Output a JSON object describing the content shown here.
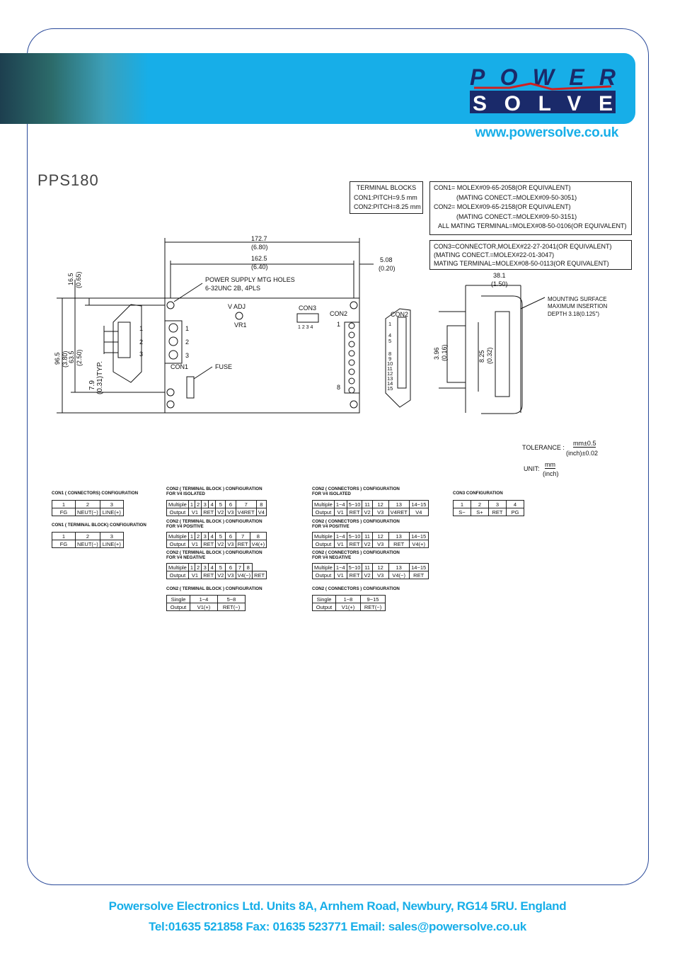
{
  "header": {
    "logo_top": "POWER",
    "logo_bottom": "SOLVE",
    "url": "www.powersolve.co.uk"
  },
  "model": "PPS180",
  "terminal_blocks": [
    "TERMINAL BLOCKS",
    "CON1:PITCH=9.5 mm",
    "CON2:PITCH=8.25 mm"
  ],
  "con_notes": [
    "CON1= MOLEX#09-65-2058(OR EQUIVALENT)",
    "(MATING CONECT.=MOLEX#09-50-3051)",
    "CON2= MOLEX#09-65-2158(OR EQUIVALENT)",
    "(MATING CONECT.=MOLEX#09-50-3151)",
    "ALL MATING TERMINAL=MOLEX#08-50-0106(OR EQUIVALENT)"
  ],
  "con3_notes": [
    "CON3=CONNECTOR,MOLEX#22-27-2041(OR EQUIVALENT)",
    "(MATING CONECT.=MOLEX#22-01-3047)",
    "MATING TERMINAL=MOLEX#08-50-0113(OR EQUIVALENT)"
  ],
  "drawing": {
    "dim_172": "172.7",
    "dim_172_in": "(6.80)",
    "dim_162": "162.5",
    "dim_162_in": "(6.40)",
    "dim_508": "5.08",
    "dim_508_in": "(0.20)",
    "dim_165": "16.5",
    "dim_165_in": "(0.65)",
    "dim_965": "96.5",
    "dim_965_in": "(3.80)",
    "dim_635": "63.5",
    "dim_635_in": "(2.50)",
    "dim_79": "7.9",
    "dim_79_in": "(0.31)TYP.",
    "mtg_holes_1": "POWER SUPPLY MTG HOLES",
    "mtg_holes_2": "6-32UNC 2B, 4PLS",
    "vadj": "V ADJ",
    "vr1": "VR1",
    "con3": "CON3",
    "con3_pins": "1 2 3 4",
    "con2": "CON2",
    "con1": "CON1",
    "fuse": "FUSE",
    "pin1": "1",
    "pin2": "2",
    "pin3": "3",
    "pin8": "8",
    "con2_side": "CON2",
    "side_pins": [
      "1",
      "4",
      "5",
      "8",
      "9",
      "10",
      "11",
      "12",
      "13",
      "14",
      "15"
    ],
    "dim_396": "3.96",
    "dim_396_in": "(0.16)",
    "dim_825": "8.25",
    "dim_825_in": "(0.32)",
    "dim_381": "38.1",
    "dim_381_in": "(1.50)",
    "mount_1": "MOUNTING SURFACE",
    "mount_2": "MAXIMUM INSERTION",
    "mount_3": "DEPTH 3.18(0.125\")"
  },
  "tolerance": {
    "label": "TOLERANCE :",
    "mm": "mm±0.5",
    "inch": "(inch)±0.02",
    "unit_label": "UNIT:",
    "unit_mm": "mm",
    "unit_inch": "(inch)"
  },
  "tables": {
    "con1_conn": {
      "title": "CON1 ( CONNECTORS) CONFIGURATION",
      "rows": [
        [
          "1",
          "2",
          "3"
        ],
        [
          "FG",
          "NEUT(−)",
          "LINE(+)"
        ]
      ]
    },
    "con1_tb": {
      "title": "CON1 ( TERMINAL BLOCK) CONFIGURATION",
      "rows": [
        [
          "1",
          "2",
          "3"
        ],
        [
          "FG",
          "NEUT(−)",
          "LINE(+)"
        ]
      ]
    },
    "con2_tb_iso": {
      "title1": "CON2 ( TERMINAL BLOCK ) CONFIGURATION",
      "title2": "FOR V4 ISOLATED",
      "rows": [
        [
          "Multiple",
          "1",
          "2",
          "3",
          "4",
          "5",
          "6",
          "7",
          "8"
        ],
        [
          "Output",
          "V1",
          "",
          "RET",
          "V2",
          "V3",
          "V4RET",
          "",
          "V4"
        ]
      ]
    },
    "con2_tb_pos": {
      "title1": "CON2 ( TERMINAL BLOCK ) CONFIGURATION",
      "title2": "FOR V4 POSITIVE",
      "rows": [
        [
          "Multiple",
          "1",
          "2",
          "3",
          "4",
          "5",
          "6",
          "7",
          "8"
        ],
        [
          "Output",
          "V1",
          "",
          "RET",
          "V2",
          "V3",
          "RET",
          "",
          "V4(+)"
        ]
      ]
    },
    "con2_tb_neg": {
      "title1": "CON2 ( TERMINAL BLOCK ) CONFIGURATION",
      "title2": "FOR V4 NEGATIVE",
      "rows": [
        [
          "Multiple",
          "1",
          "2",
          "3",
          "4",
          "5",
          "6",
          "7",
          "8"
        ],
        [
          "Output",
          "V1",
          "",
          "RET",
          "V2",
          "V3",
          "V4(−)",
          "",
          "RET"
        ]
      ]
    },
    "con2_tb_single": {
      "title1": "CON2 ( TERMINAL BLOCK ) CONFIGURATION",
      "rows": [
        [
          "Single",
          "1−4",
          "5−8"
        ],
        [
          "Output",
          "V1(+)",
          "RET(−)"
        ]
      ]
    },
    "con2_cn_iso": {
      "title1": "CON2 ( CONNECTORS ) CONFIGURATION",
      "title2": "FOR V4 ISOLATED",
      "rows": [
        [
          "Multiple",
          "1−4",
          "5−10",
          "11",
          "12",
          "13",
          "14−15"
        ],
        [
          "Output",
          "V1",
          "RET",
          "V2",
          "V3",
          "V4RET",
          "V4"
        ]
      ]
    },
    "con2_cn_pos": {
      "title1": "CON2 ( CONNECTORS ) CONFIGURATION",
      "title2": "FOR V4 POSITIVE",
      "rows": [
        [
          "Multiple",
          "1−4",
          "5−10",
          "11",
          "12",
          "13",
          "14−15"
        ],
        [
          "Output",
          "V1",
          "RET",
          "V2",
          "V3",
          "RET",
          "V4(+)"
        ]
      ]
    },
    "con2_cn_neg": {
      "title1": "CON2 ( CONNECTORS ) CONFIGURATION",
      "title2": "FOR V4 NEGATIVE",
      "rows": [
        [
          "Multiple",
          "1−4",
          "5−10",
          "11",
          "12",
          "13",
          "14−15"
        ],
        [
          "Output",
          "V1",
          "RET",
          "V2",
          "V3",
          "V4(−)",
          "RET"
        ]
      ]
    },
    "con2_cn_single": {
      "title1": "CON2 ( CONNECTORS ) CONFIGURATION",
      "rows": [
        [
          "Single",
          "1−8",
          "9−15"
        ],
        [
          "Output",
          "V1(+)",
          "RET(−)"
        ]
      ]
    },
    "con3": {
      "title": "CON3 CONFIGURATION",
      "rows": [
        [
          "1",
          "2",
          "3",
          "4"
        ],
        [
          "S−",
          "S+",
          "RET",
          "PG"
        ]
      ]
    }
  },
  "footer": {
    "line1": "Powersolve Electronics Ltd. Units 8A, Arnhem Road, Newbury, RG14 5RU. England",
    "line2": "Tel:01635 521858  Fax: 01635 523771 Email: sales@powersolve.co.uk"
  }
}
